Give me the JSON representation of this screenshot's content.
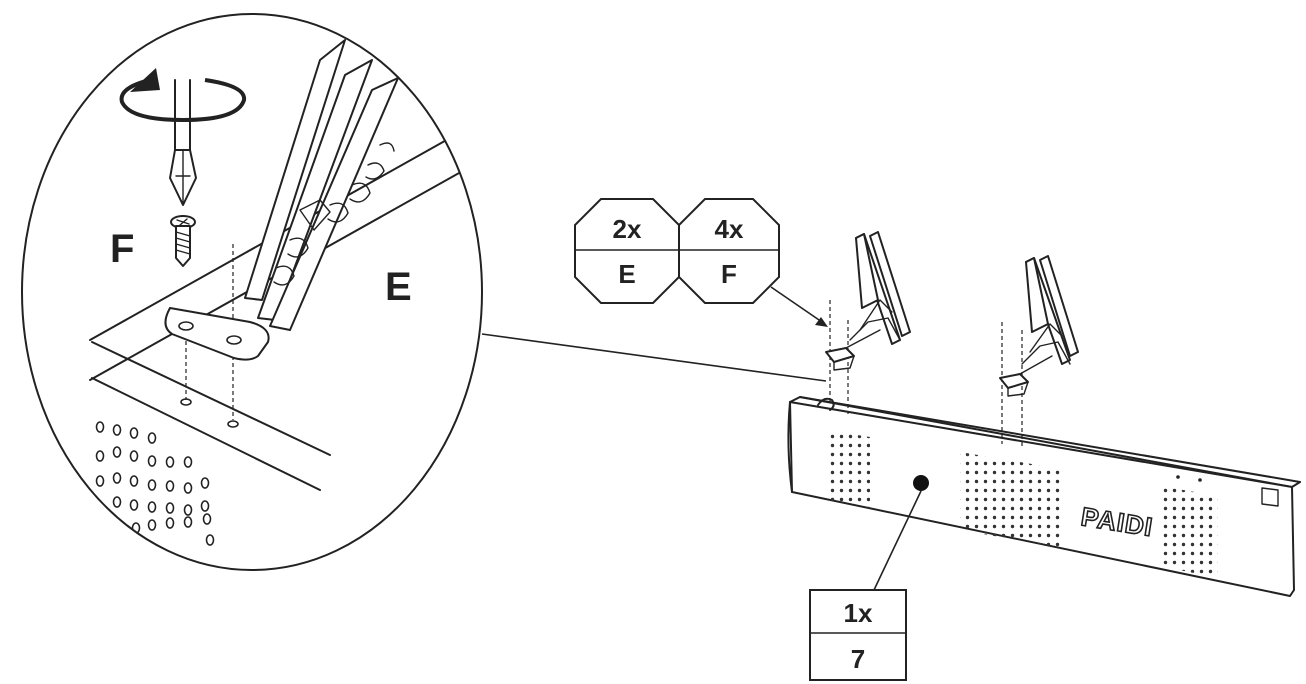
{
  "detail": {
    "label_screw": "F",
    "label_hinge": "E"
  },
  "parts": [
    {
      "qty": "2x",
      "id": "E"
    },
    {
      "qty": "4x",
      "id": "F"
    }
  ],
  "board_part": {
    "qty": "1x",
    "id": "7"
  },
  "board_logo": "PAIDI"
}
